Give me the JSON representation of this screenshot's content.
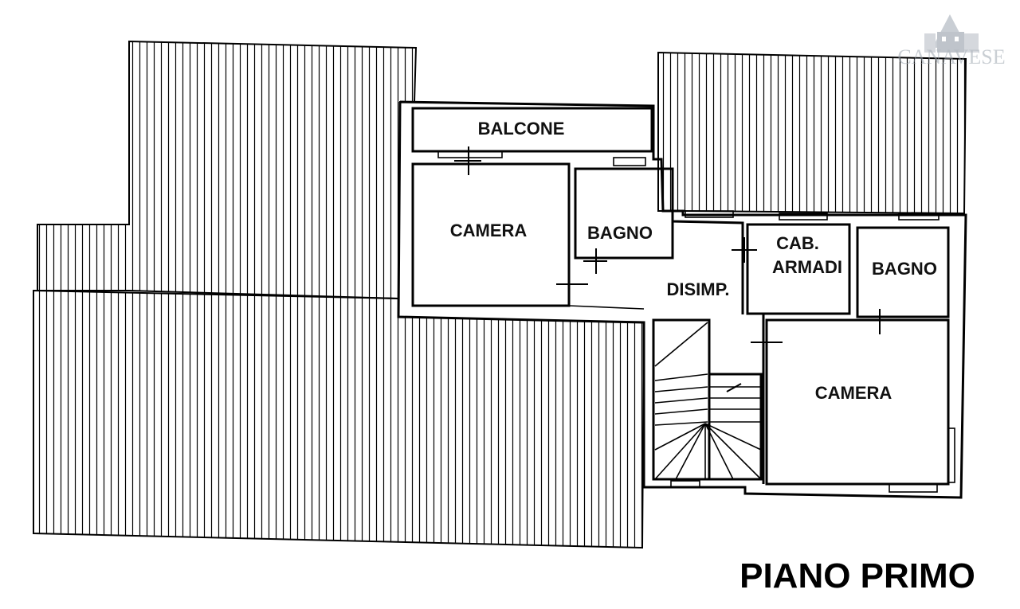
{
  "plan": {
    "title": "PIANO PRIMO",
    "rooms": {
      "balcone": "BALCONE",
      "camera_1": "CAMERA",
      "bagno_1": "BAGNO",
      "disimp": "DISIMP.",
      "cab_line1": "CAB.",
      "cab_line2": "ARMADI",
      "bagno_2": "BAGNO",
      "camera_2": "CAMERA"
    },
    "logo": {
      "text": "CANAVESE",
      "icon": "house-logo-icon"
    },
    "colors": {
      "line": "#000000",
      "background": "#ffffff",
      "logo": "#9aa3ad"
    }
  }
}
